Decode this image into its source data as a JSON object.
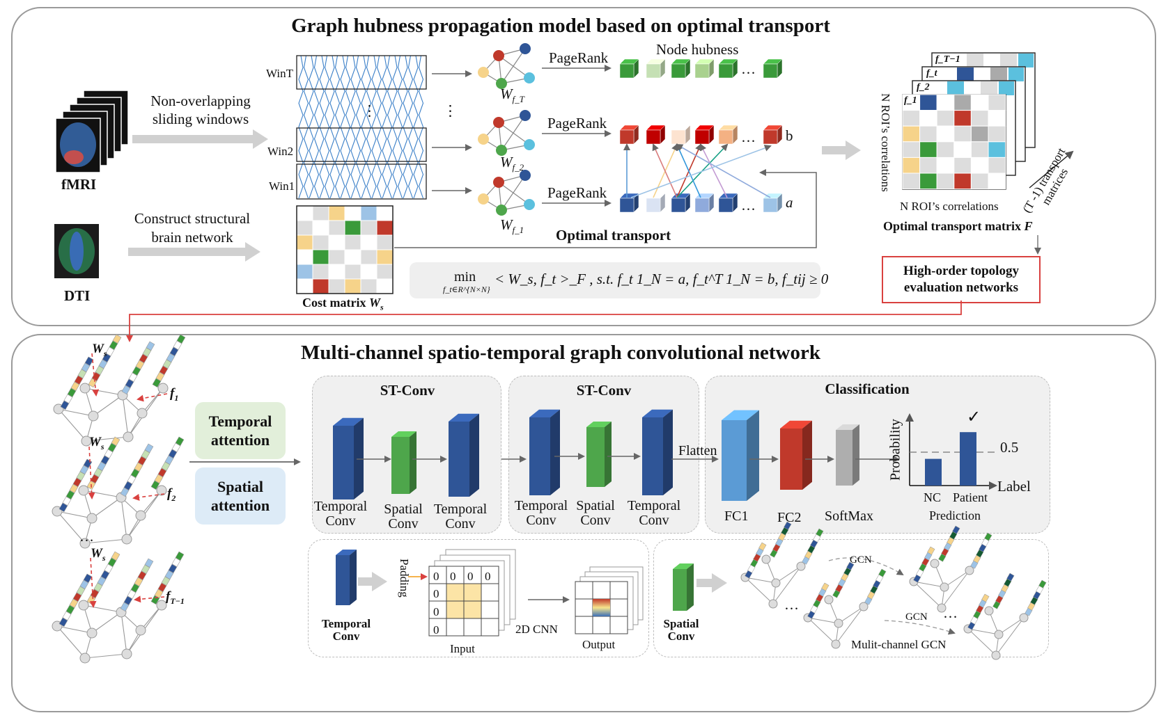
{
  "top": {
    "title": "Graph hubness propagation model based on optimal transport",
    "fmri_label": "fMRI",
    "dti_label": "DTI",
    "sliding_label_1": "Non-overlapping",
    "sliding_label_2": "sliding windows",
    "structural_label_1": "Construct structural",
    "structural_label_2": "brain network",
    "win_labels": [
      "WinT",
      "Win2",
      "Win1"
    ],
    "vdots": "⋮",
    "pagerank": "PageRank",
    "node_hubness": "Node hubness",
    "hdots": "…",
    "b_label": "b",
    "a_label": "a",
    "optimal_transport": "Optimal transport",
    "w_labels": [
      "W",
      "W",
      "W"
    ],
    "w_subs": [
      "f_T",
      "f_2",
      "f_1"
    ],
    "cost_matrix": "Cost matrix",
    "cost_matrix_symbol": "W",
    "cost_matrix_sub": "s",
    "formula_min": "min",
    "formula_sub": "f_t∈R^{N×N}",
    "formula_body": "< W_s, f_t >_F , s.t. f_t 1_N = a, f_t^T 1_N = b, f_tij ≥ 0",
    "ot_stack_labels": [
      "f_T−1",
      "f_t",
      "f_2",
      "f_1"
    ],
    "roi_vertical": "N ROI’s correlations",
    "roi_horizontal": "N ROI’s correlations",
    "transport_count": "(T -1) transport",
    "transport_count_2": "matrices",
    "ot_matrix_label": "Optimal transport matrix",
    "ot_matrix_symbol": "F",
    "hot_box_1": "High-order topology",
    "hot_box_2": "evaluation networks"
  },
  "bottom": {
    "title": "Multi-channel spatio-temporal graph convolutional network",
    "ws_label": "W",
    "ws_sub": "s",
    "f_labels": [
      "f",
      "f",
      "f"
    ],
    "f_subs": [
      "1",
      "2",
      "T−1"
    ],
    "bottom_dots": "…",
    "temporal_attention_1": "Temporal",
    "temporal_attention_2": "attention",
    "spatial_attention_1": "Spatial",
    "spatial_attention_2": "attention",
    "stconv_title": "ST-Conv",
    "block_temporal_1": "Temporal",
    "block_temporal_2": "Conv",
    "block_spatial_1": "Spatial",
    "block_spatial_2": "Conv",
    "flatten": "Flatten",
    "classification": "Classification",
    "fc1": "FC1",
    "fc2": "FC2",
    "softmax": "SoftMax",
    "probability": "Probability",
    "threshold": "0.5",
    "label_axis": "Label",
    "nc": "NC",
    "patient": "Patient",
    "prediction": "Prediction",
    "check": "✓",
    "padding": "Padding",
    "zero": "0",
    "input": "Input",
    "cnn2d": "2D CNN",
    "output": "Output",
    "tc_label_1": "Temporal",
    "tc_label_2": "Conv",
    "sc_label_1": "Spatial",
    "sc_label_2": "Conv",
    "gcn": "GCN",
    "multichannel_gcn": "Mulit-channel GCN"
  },
  "colors": {
    "panel_border": "#9a9a9a",
    "dark_blue": "#2f5597",
    "green": "#4ea64b",
    "red": "#c0392b",
    "light_blue": "#5b9bd5",
    "gray": "#a6a6a6",
    "attention_green": "#e2efda",
    "attention_blue": "#ddebf7",
    "highlight_red": "#d9413f"
  },
  "chart_data": {
    "type": "bar",
    "categories": [
      "NC",
      "Patient"
    ],
    "values": [
      0.4,
      0.8
    ],
    "threshold": 0.5,
    "ylim": [
      0,
      1
    ],
    "xlabel": "Label",
    "ylabel": "Probability",
    "title": "Prediction"
  }
}
